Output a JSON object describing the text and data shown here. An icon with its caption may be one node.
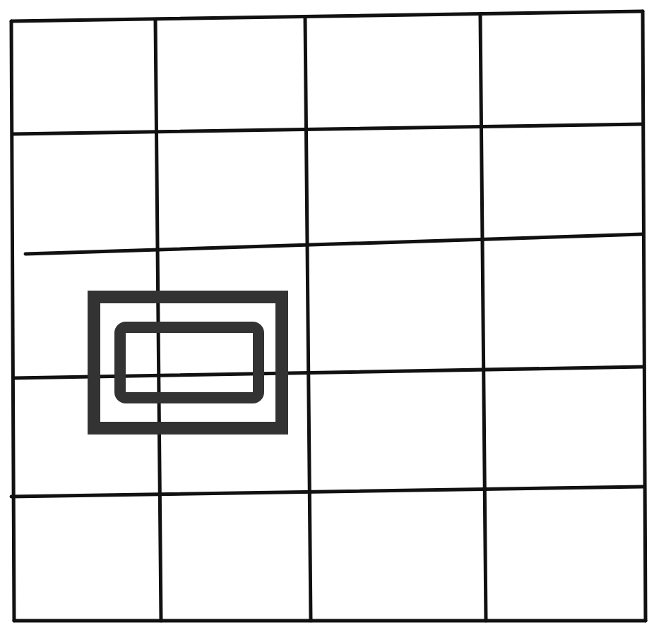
{
  "diagram": {
    "nodes": [
      {
        "text": [],
        "shape": "box"
      },
      {
        "text": [],
        "shape": "box",
        "in": 0
      }
    ]
  }
}
